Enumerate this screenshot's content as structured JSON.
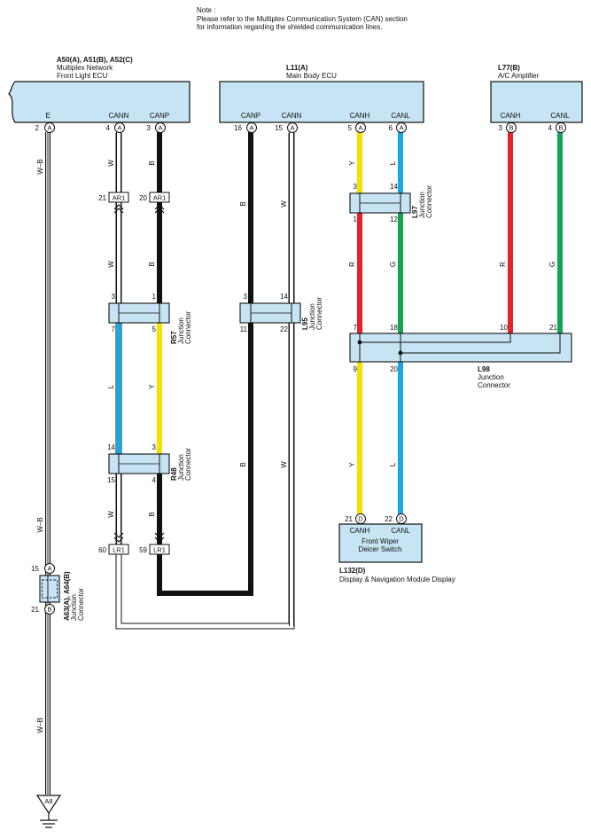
{
  "note": {
    "line1": "Note :",
    "line2": "Please refer to the Multiplex Communication System (CAN) section",
    "line3": "for information regarding the shielded communication lines."
  },
  "components": {
    "front_light_ecu": {
      "code": "A50(A), A51(B), A52(C)",
      "name1": "Multiplex Network",
      "name2": "Front Light ECU",
      "pins": [
        "E",
        "CANN",
        "CANP"
      ]
    },
    "main_body_ecu": {
      "code": "L11(A)",
      "name": "Main Body ECU",
      "pins": [
        "CANP",
        "CANN",
        "CANH",
        "CANL"
      ]
    },
    "ac_amplifier": {
      "code": "L77(B)",
      "name": "A/C Amplifier",
      "pins": [
        "CANH",
        "CANL"
      ]
    },
    "wiper_switch": {
      "name1": "Front Wiper",
      "name2": "Deicer Switch",
      "pins": [
        "CANH",
        "CANL"
      ]
    },
    "display": {
      "code": "L132(D)",
      "name": "Display & Navigation Module Display"
    }
  },
  "junctions": {
    "r57": {
      "code": "R57",
      "l1": "Junction",
      "l2": "Connector"
    },
    "r48": {
      "code": "R48",
      "l1": "Junction",
      "l2": "Connector"
    },
    "l95": {
      "code": "L95",
      "l1": "Junction",
      "l2": "Connector"
    },
    "l97": {
      "code": "L97",
      "l1": "Junction",
      "l2": "Connector"
    },
    "l98": {
      "code": "L98",
      "l1": "Junction",
      "l2": "Connector"
    },
    "a63": {
      "code": "A63(A), A64(B)",
      "l1": "Junction",
      "l2": "Connector"
    }
  },
  "wire_codes": {
    "wb": "W–B",
    "w": "W",
    "b": "B",
    "y": "Y",
    "l": "L",
    "r": "R",
    "g": "G"
  },
  "connectors": {
    "ar1": "AR1",
    "lr1": "LR1",
    "ground": "A8"
  },
  "pin_letters": {
    "a": "A",
    "b": "B",
    "d": "D"
  },
  "pins": {
    "p2": "2",
    "p4": "4",
    "p3": "3",
    "p16": "16",
    "p15": "15",
    "p5": "5",
    "p6": "6",
    "p21": "21",
    "p20": "20",
    "p14": "14",
    "p1": "1",
    "p12": "12",
    "p7": "7",
    "p11": "11",
    "p22": "22",
    "p18": "18",
    "p10": "10",
    "p9": "9",
    "p60": "60",
    "p59": "59"
  },
  "colors": {
    "white_wire": "#ffffff",
    "black_wire": "#111111",
    "blue_wire": "#1aa7e0",
    "yellow_wire": "#f7df00",
    "red_wire": "#e42229",
    "green_wire": "#14a351",
    "component_fill": "#c6e4f3"
  }
}
